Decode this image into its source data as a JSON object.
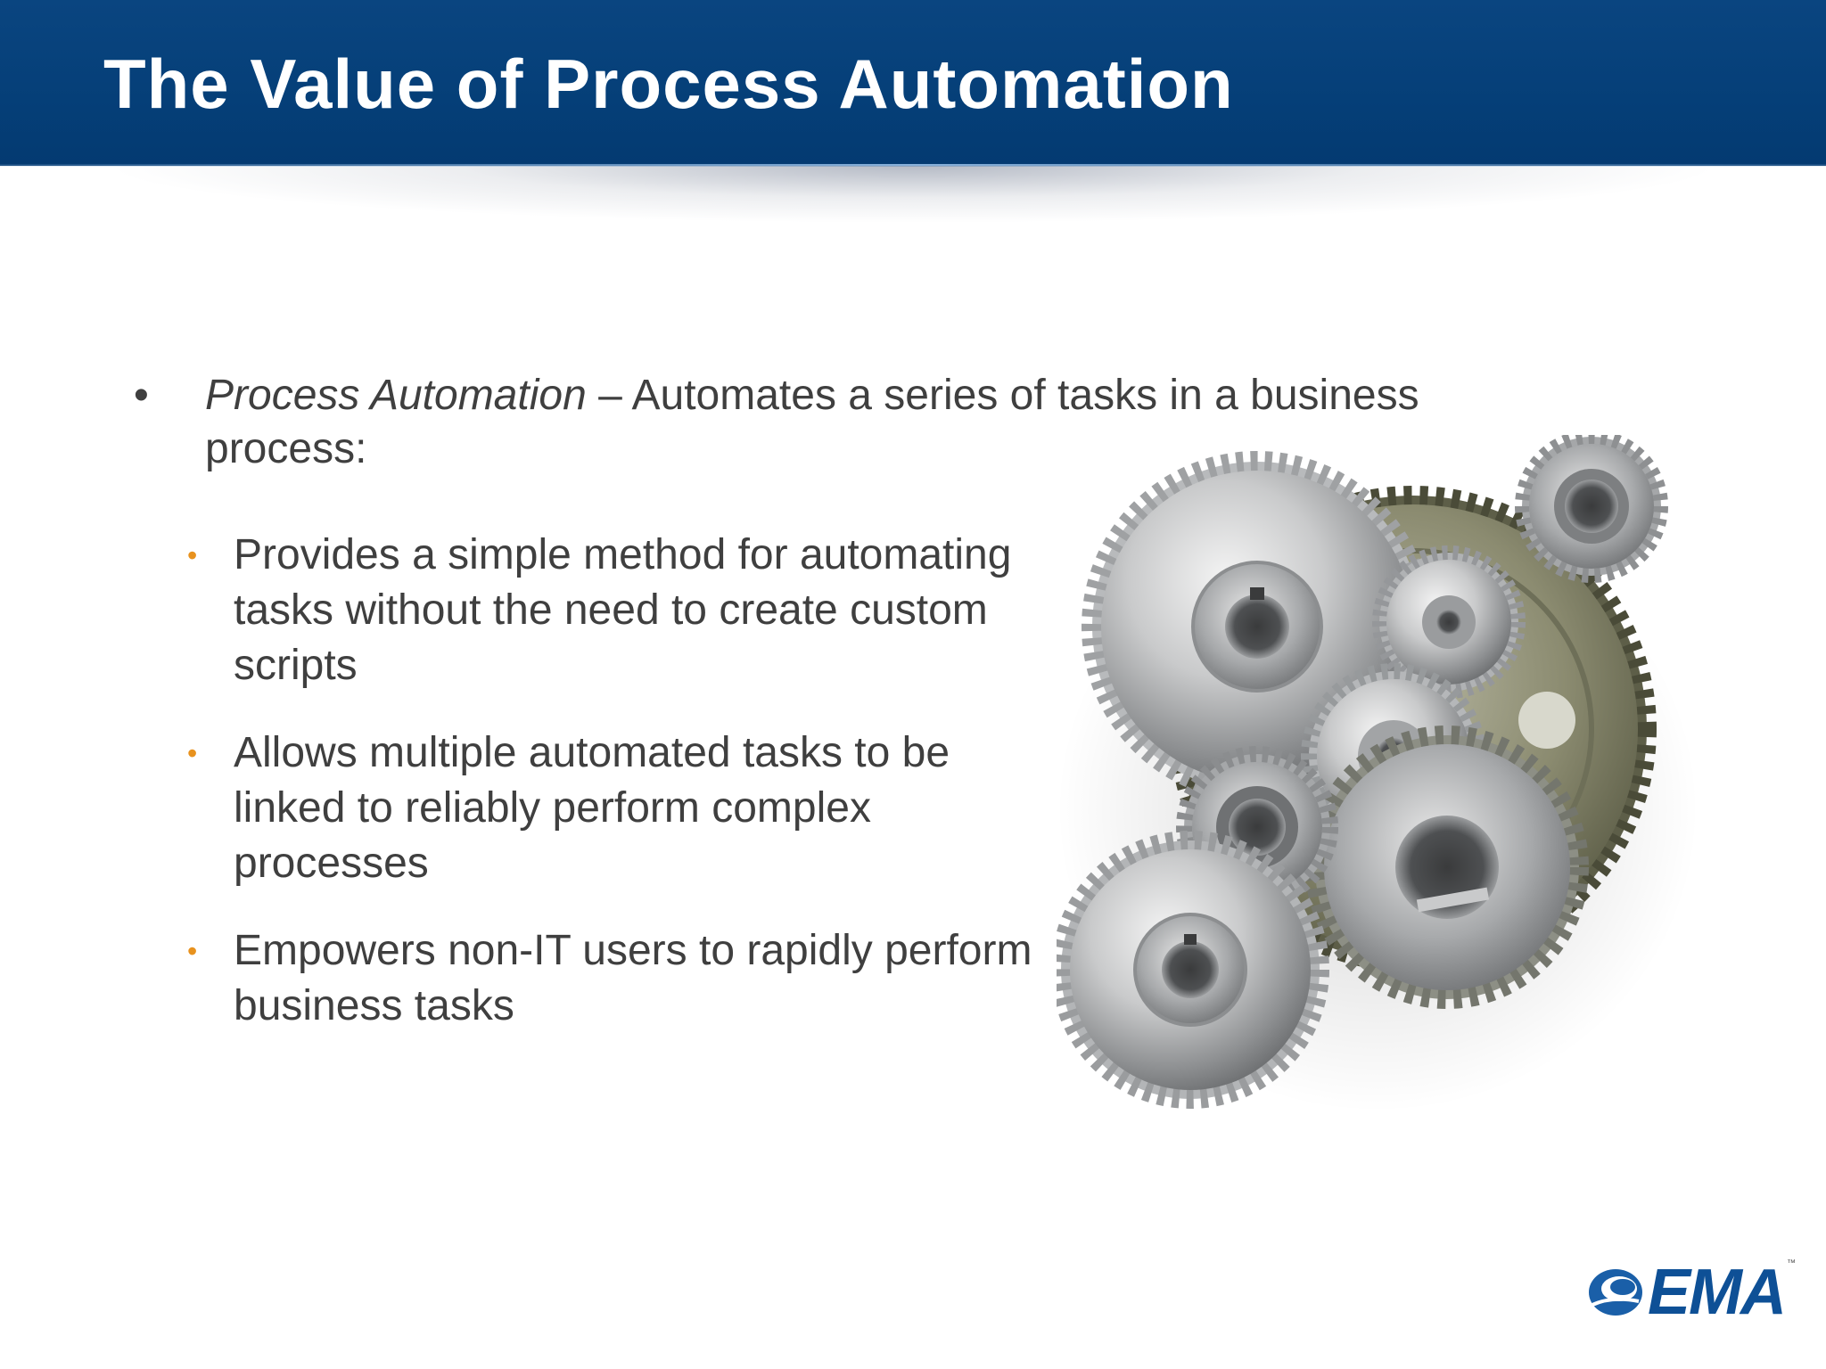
{
  "slide": {
    "title": "The Value of Process Automation",
    "main_bullet": {
      "marker": "•",
      "term": "Process Automation",
      "description": " – Automates a series of tasks in a business process:"
    },
    "sub_bullets": [
      {
        "marker": "•",
        "text": "Provides a simple method for automating tasks without the need to create custom scripts"
      },
      {
        "marker": "•",
        "text": "Allows multiple automated tasks to be linked to reliably perform complex processes"
      },
      {
        "marker": "•",
        "text": "Empowers non-IT users to rapidly perform business tasks"
      }
    ],
    "image": {
      "icon": "gears-illustration"
    },
    "logo": {
      "text": "EMA",
      "trademark": "™",
      "icon": "ema-swirl-logo"
    }
  },
  "colors": {
    "title_bar": "#053f78",
    "title_text": "#ffffff",
    "body_text": "#3f3f3f",
    "sub_bullet_marker": "#e8921e",
    "logo_blue": "#0e5096"
  }
}
